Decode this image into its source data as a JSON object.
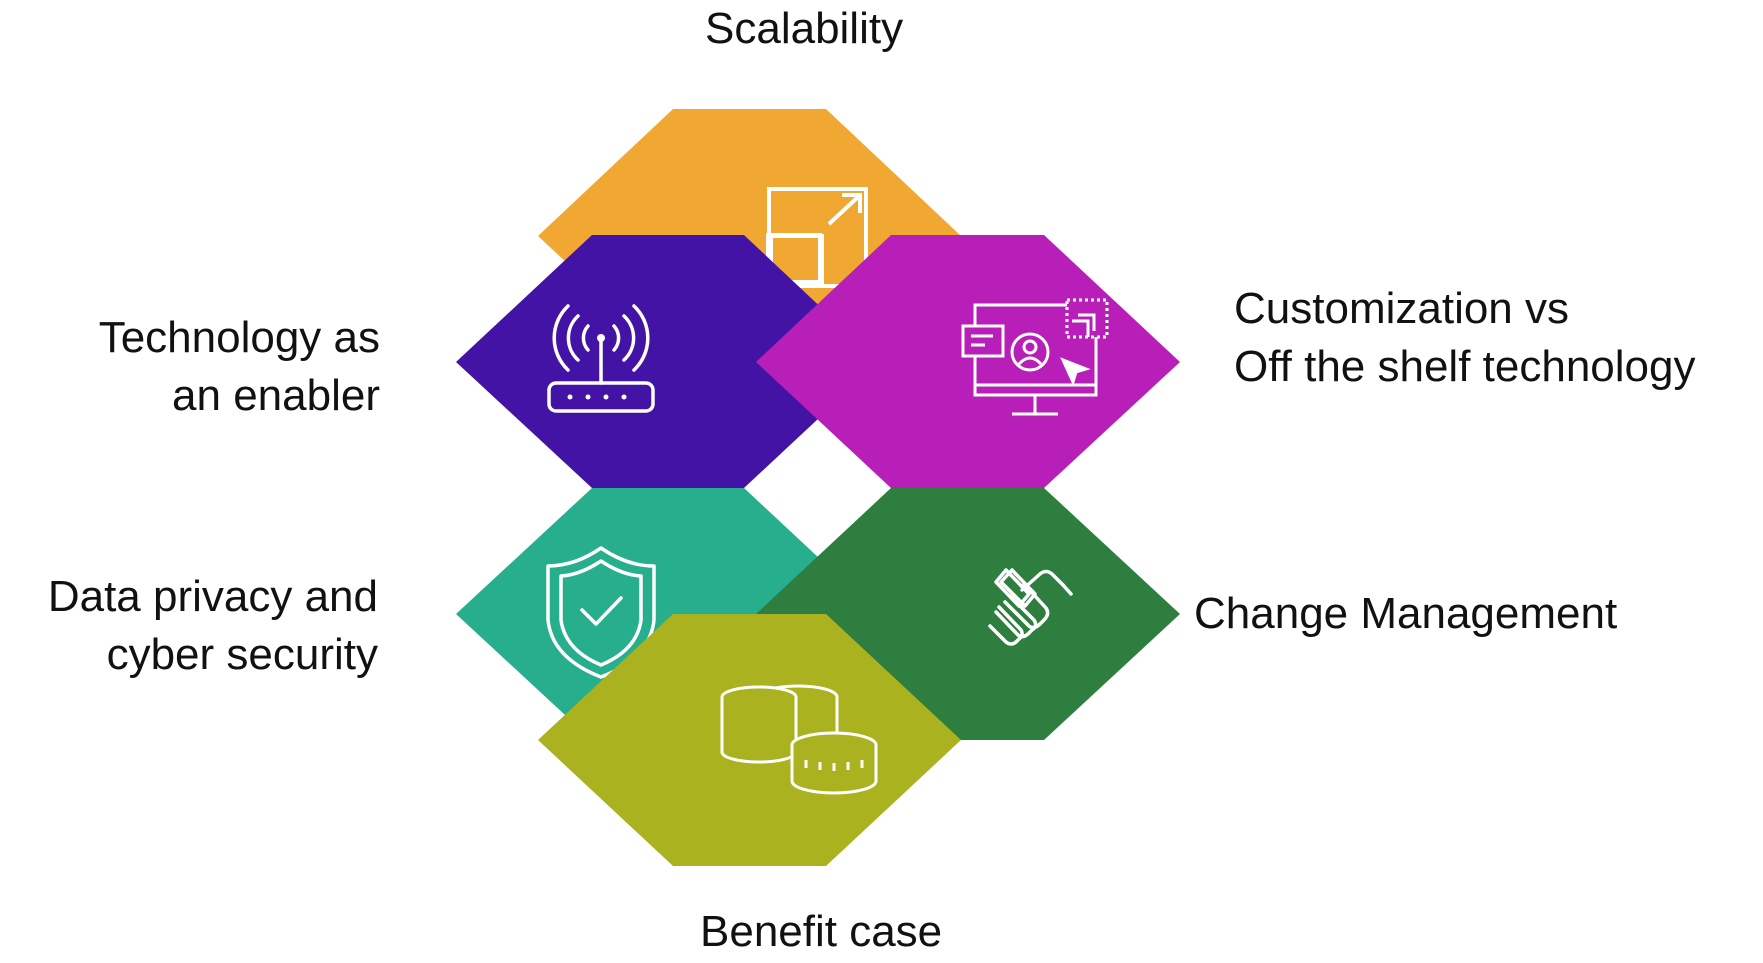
{
  "labels": {
    "top": "Scalability",
    "upper_left": [
      "Technology as",
      "an enabler"
    ],
    "upper_right": [
      "Customization vs",
      "Off the shelf technology"
    ],
    "lower_left": [
      "Data privacy and",
      "cyber security"
    ],
    "lower_right": "Change Management",
    "bottom": "Benefit case"
  },
  "hexagons": {
    "top": {
      "color": "#F0A832",
      "icon": "scale-up-icon"
    },
    "upper_left": {
      "color": "#4213A5",
      "icon": "wifi-router-icon"
    },
    "upper_right": {
      "color": "#B81FB8",
      "icon": "custom-monitor-icon"
    },
    "lower_left": {
      "color": "#27AE8C",
      "icon": "shield-check-icon"
    },
    "lower_right": {
      "color": "#2D7E3F",
      "icon": "handshake-icon"
    },
    "bottom": {
      "color": "#AAB31F",
      "icon": "coins-icon"
    }
  }
}
